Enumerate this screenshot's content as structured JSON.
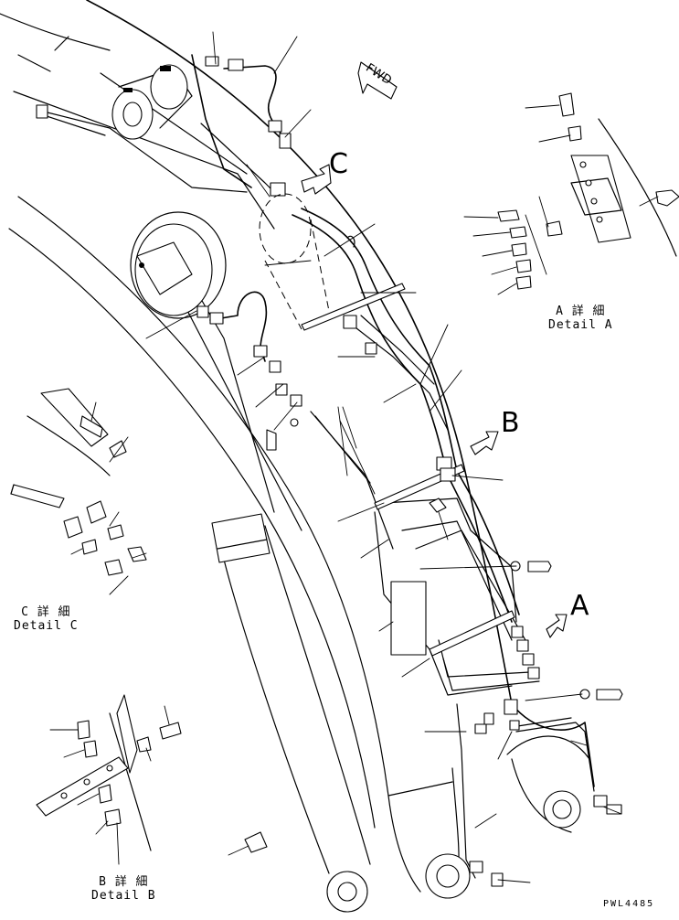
{
  "diagram": {
    "view_labels": {
      "a": "A",
      "b": "B",
      "c": "C"
    },
    "direction_label": "FWD",
    "details": {
      "a": {
        "jp": "A 詳 細",
        "en": "Detail A"
      },
      "b": {
        "jp": "B 詳 細",
        "en": "Detail B"
      },
      "c": {
        "jp": "C 詳 細",
        "en": "Detail C"
      }
    },
    "drawing_code": "PWL4485"
  }
}
